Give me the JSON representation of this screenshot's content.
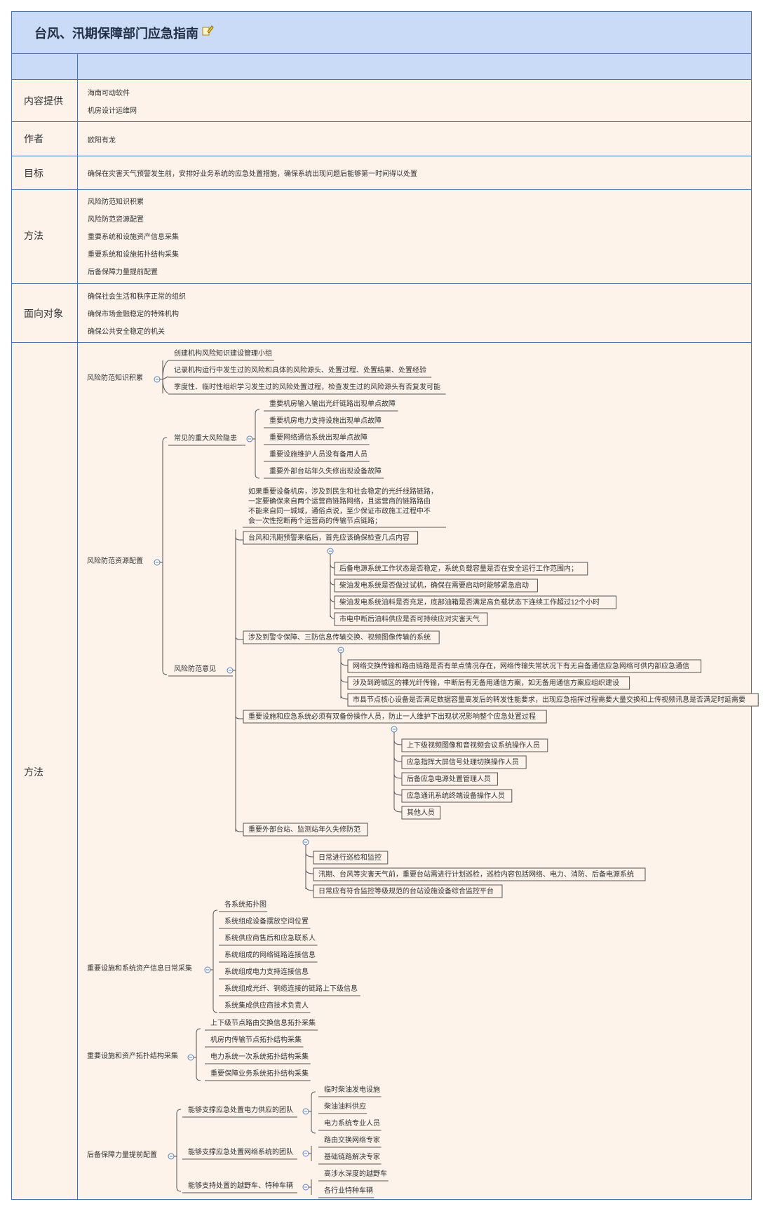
{
  "title": "台风、汛期保障部门应急指南",
  "icons": {
    "title_icon": "edit-note-icon",
    "collapse_icon": "minus-circle-icon"
  },
  "colors": {
    "header_bg": "#c9dbf7",
    "body_bg": "#fdf3ea",
    "border": "#4d6fa6",
    "line": "#555555"
  },
  "sections": [
    {
      "label": "内容提供",
      "items": [
        "海南可动软件",
        "机房设计运维网"
      ]
    },
    {
      "label": "作者",
      "items": [
        "欧阳有龙"
      ]
    },
    {
      "label": "目标",
      "items": [
        "确保在灾害天气预警发生前，安排好业务系统的应急处置措施，确保系统出现问题后能够第一时间得以处置"
      ]
    },
    {
      "label": "方法",
      "items": [
        "风险防范知识积累",
        "风险防范资源配置",
        "重要系统和设施资产信息采集",
        "重要系统和设施拓扑结构采集",
        "后备保障力量提前配置"
      ]
    },
    {
      "label": "面向对象",
      "items": [
        "确保社会生活和秩序正常的组织",
        "确保市场金融稳定的特殊机构",
        "确保公共安全稳定的机关"
      ]
    }
  ],
  "tree_section_label": "方法",
  "tree": {
    "n1": "风险防范知识积累",
    "n1a": "创建机构风险知识建设管理小组",
    "n1b": "记录机构运行中发生过的风险和具体的风险源头、处置过程、处置结果、处置经验",
    "n1c": "季度性、临时性组织学习发生过的风险处置过程，检查发生过的风险源头有否复发可能",
    "n2": "风险防范资源配置",
    "n2a": "常见的重大风险隐患",
    "n2a1": "重要机房输入输出光纤链路出现单点故障",
    "n2a2": "重要机房电力支持设施出现单点故障",
    "n2a3": "重要网络通信系统出现单点故障",
    "n2a4": "重要设施维护人员没有备用人员",
    "n2a5": "重要外部台站年久失修出现设备故障",
    "n2b": "风险防范意见",
    "n2b0": [
      "如果重要设备机房，涉及到民生和社会稳定的光纤线路链路，",
      "一定要确保来自两个运营商链路网络，且运营商的链路路由",
      "不能来自同一城域，通俗点说，至少保证市政施工过程中不",
      "会一次性挖断两个运营商的传输节点链路；"
    ],
    "n2b1": "台风和汛期预警来临后，首先应该确保检查几点内容",
    "n2b1a": "后备电源系统工作状态是否稳定，系统负载容量是否在安全运行工作范围内；",
    "n2b1b": "柴油发电系统是否做过试机，确保在需要启动时能够紧急启动",
    "n2b1c": "柴油发电系统油料是否充足，底部油箱是否满足高负载状态下连续工作超过12个小时",
    "n2b1d": "市电中断后油料供应是否可持续应对灾害天气",
    "n2b2": "涉及到警令保障、三防信息传输交换、视频图像传输的系统",
    "n2b2a": "网络交换传输和路由链路是否有单点情况存在，网络传输失常状况下有无自备通信应急网络可供内部应急通信",
    "n2b2b": "涉及到跨城区的裸光纤传输，中断后有无备用通信方案，如无备用通信方案应组织建设",
    "n2b2c": "市县节点核心设备是否满足数据容量高发后的转发性能要求，出现应急指挥过程需要大量交换和上传视频讯息是否满足时延需要",
    "n2b3": "重要设施和应急系统必须有双备份操作人员，防止一人维护下出现状况影响整个应急处置过程",
    "n2b3a": "上下级视频图像和音视频会议系统操作人员",
    "n2b3b": "应急指挥大屏信号处理切换操作人员",
    "n2b3c": "后备应急电源处置管理人员",
    "n2b3d": "应急通讯系统终端设备操作人员",
    "n2b3e": "其他人员",
    "n2b4": "重要外部台站、监测站年久失修防范",
    "n2b4a": "日常进行巡检和监控",
    "n2b4b": "汛期、台风等灾害天气前，重要台站需进行计划巡检，巡检内容包括网络、电力、消防、后备电源系统",
    "n2b4c": "日常应有符合监控等级规范的台站设施设备综合监控平台",
    "n3": "重要设施和系统资产信息日常采集",
    "n3a": "各系统拓扑图",
    "n3b": "系统组成设备摆放空间位置",
    "n3c": "系统供应商售后和应急联系人",
    "n3d": "系统组成的网络链路连接信息",
    "n3e": "系统组成电力支持连接信息",
    "n3f": "系统组成光纤、铜缆连接的链路上下级信息",
    "n3g": "系统集成供应商技术负责人",
    "n4": "重要设施和资产拓扑结构采集",
    "n4a": "上下级节点路由交换信息拓扑采集",
    "n4b": "机房内传输节点拓扑结构采集",
    "n4c": "电力系统一次系统拓扑结构采集",
    "n4d": "重要保障业务系统拓扑结构采集",
    "n5": "后备保障力量提前配置",
    "n5a": "能够支撑应急处置电力供应的团队",
    "n5a1": "临时柴油发电设施",
    "n5a2": "柴油油料供应",
    "n5a3": "电力系统专业人员",
    "n5b": "能够支撑应急处置网络系统的团队",
    "n5b1": "路由交换网络专家",
    "n5b2": "基础链路解决专家",
    "n5c": "能够支持处置的越野车、特种车辆",
    "n5c1": "高涉水深度的越野车",
    "n5c2": "各行业特种车辆"
  }
}
